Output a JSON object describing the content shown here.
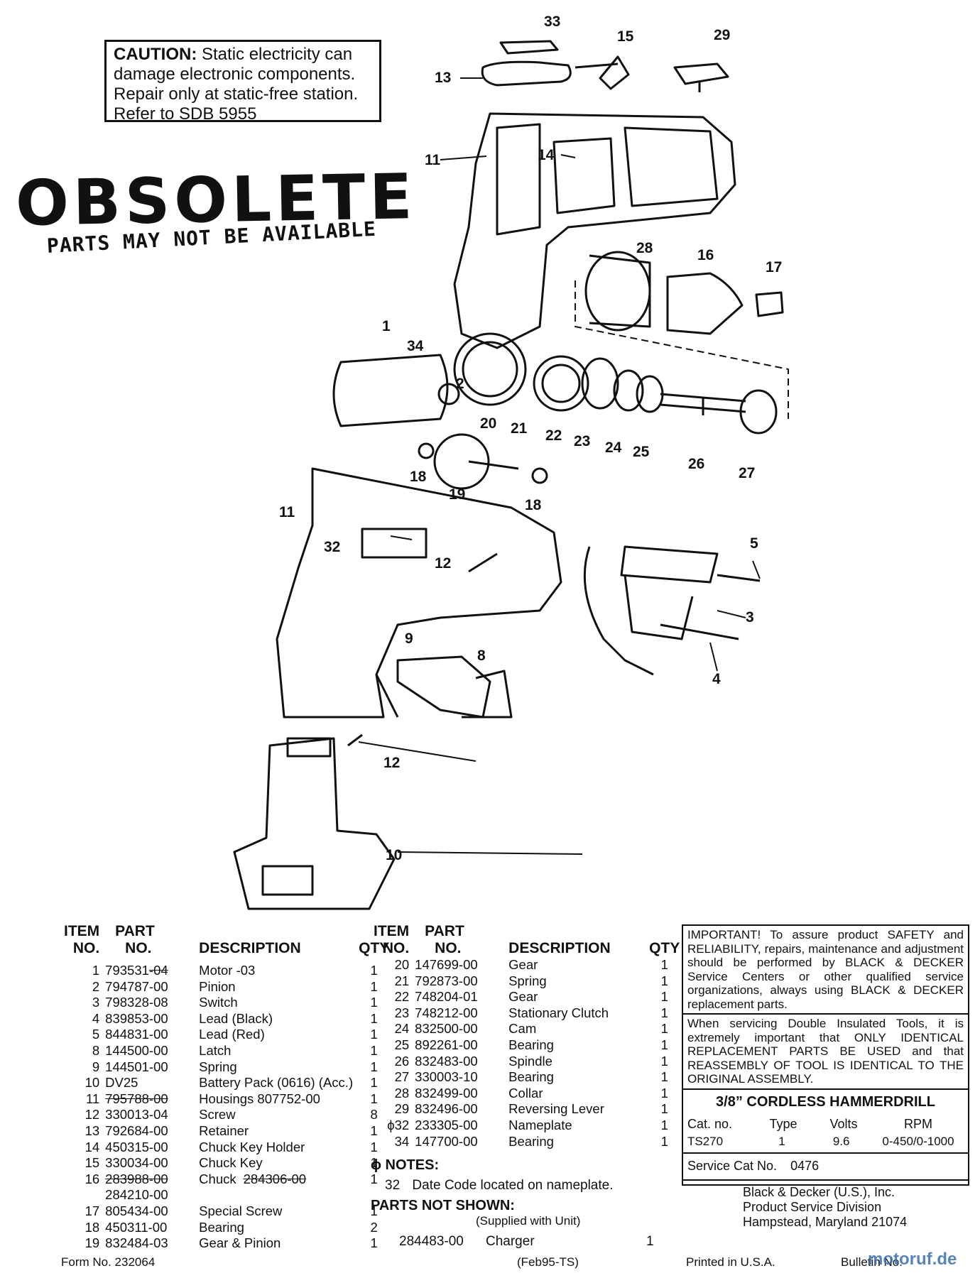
{
  "caution": {
    "label": "CAUTION:",
    "line1": "Static electricity can",
    "line2": "damage electronic components.",
    "line3": "Repair only at static-free station.",
    "line4": "Refer to SDB 5955"
  },
  "stamp": {
    "obsolete": "OBSOLETE",
    "notice": "PARTS MAY NOT BE AVAILABLE"
  },
  "callouts": [
    "33",
    "15",
    "29",
    "13",
    "11",
    "14",
    "28",
    "16",
    "17",
    "1",
    "34",
    "2",
    "20",
    "21",
    "22",
    "23",
    "24",
    "25",
    "26",
    "27",
    "18",
    "19",
    "18",
    "11",
    "32",
    "12",
    "5",
    "3",
    "9",
    "8",
    "4",
    "12",
    "10"
  ],
  "table_headers": {
    "item": "ITEM",
    "no": "NO.",
    "part": "PART",
    "part_no": "NO.",
    "description": "DESCRIPTION",
    "qty": "QTY"
  },
  "parts_left": [
    {
      "item": "1",
      "part": "793531",
      "part_suffix": "-04",
      "desc": "Motor  -03",
      "qty": "1"
    },
    {
      "item": "2",
      "part": "794787-00",
      "desc": "Pinion",
      "qty": "1"
    },
    {
      "item": "3",
      "part": "798328-08",
      "desc": "Switch",
      "qty": "1"
    },
    {
      "item": "4",
      "part": "839853-00",
      "desc": "Lead (Black)",
      "qty": "1"
    },
    {
      "item": "5",
      "part": "844831-00",
      "desc": "Lead (Red)",
      "qty": "1"
    },
    {
      "item": "8",
      "part": "144500-00",
      "desc": "Latch",
      "qty": "1"
    },
    {
      "item": "9",
      "part": "144501-00",
      "desc": "Spring",
      "qty": "1"
    },
    {
      "item": "10",
      "part": "DV25",
      "desc": "Battery Pack (0616) (Acc.)",
      "qty": "1"
    },
    {
      "item": "11",
      "part": "795788-00",
      "strike": true,
      "desc": "Housings  807752-00",
      "qty": "1"
    },
    {
      "item": "12",
      "part": "330013-04",
      "desc": "Screw",
      "qty": "8"
    },
    {
      "item": "13",
      "part": "792684-00",
      "desc": "Retainer",
      "qty": "1"
    },
    {
      "item": "14",
      "part": "450315-00",
      "desc": "Chuck Key Holder",
      "qty": "1"
    },
    {
      "item": "15",
      "part": "330034-00",
      "desc": "Chuck Key",
      "qty": "1"
    },
    {
      "item": "16",
      "part": "283988-00",
      "strike": true,
      "desc": "Chuck",
      "desc_strike": "284306-00",
      "qty": "1"
    },
    {
      "item": "",
      "part": "284210-00",
      "desc": "",
      "qty": ""
    },
    {
      "item": "17",
      "part": "805434-00",
      "desc": "Special Screw",
      "qty": "1"
    },
    {
      "item": "18",
      "part": "450311-00",
      "desc": "Bearing",
      "qty": "2"
    },
    {
      "item": "19",
      "part": "832484-03",
      "desc": "Gear & Pinion",
      "qty": "1"
    }
  ],
  "parts_right": [
    {
      "item": "20",
      "part": "147699-00",
      "desc": "Gear",
      "qty": "1"
    },
    {
      "item": "21",
      "part": "792873-00",
      "desc": "Spring",
      "qty": "1"
    },
    {
      "item": "22",
      "part": "748204-01",
      "desc": "Gear",
      "qty": "1"
    },
    {
      "item": "23",
      "part": "748212-00",
      "desc": "Stationary Clutch",
      "qty": "1"
    },
    {
      "item": "24",
      "part": "832500-00",
      "desc": "Cam",
      "qty": "1"
    },
    {
      "item": "25",
      "part": "892261-00",
      "desc": "Bearing",
      "qty": "1"
    },
    {
      "item": "26",
      "part": "832483-00",
      "desc": "Spindle",
      "qty": "1"
    },
    {
      "item": "27",
      "part": "330003-10",
      "desc": "Bearing",
      "qty": "1"
    },
    {
      "item": "28",
      "part": "832499-00",
      "desc": "Collar",
      "qty": "1"
    },
    {
      "item": "29",
      "part": "832496-00",
      "desc": "Reversing Lever",
      "qty": "1"
    },
    {
      "item": "ϕ32",
      "part": "233305-00",
      "desc": "Nameplate",
      "qty": "1"
    },
    {
      "item": "34",
      "part": "147700-00",
      "desc": "Bearing",
      "qty": "1"
    }
  ],
  "notes": {
    "heading": "ϕ NOTES:",
    "note_item": "32",
    "note_text": "Date Code located on nameplate.",
    "not_shown_heading": "PARTS NOT SHOWN:",
    "supplied": "(Supplied with Unit)",
    "charger_part": "284483-00",
    "charger_desc": "Charger",
    "charger_qty": "1"
  },
  "important": {
    "text1": "IMPORTANT! To assure product SAFETY and RELIABILITY, repairs, maintenance and adjustment should be performed by BLACK & DECKER Service Centers or other qualified service organizations, always using BLACK & DECKER replacement parts.",
    "text2": "When servicing Double Insulated Tools, it is extremely important that ONLY IDENTICAL REPLACEMENT PARTS BE USED and that REASSEMBLY OF TOOL IS IDENTICAL TO THE ORIGINAL ASSEMBLY.",
    "product_title": "3/8” CORDLESS HAMMERDRILL",
    "spec_headers": [
      "Cat. no.",
      "Type",
      "Volts",
      "RPM"
    ],
    "spec_values": [
      "TS270",
      "1",
      "9.6",
      "0-450/0-1000"
    ],
    "service_cat_label": "Service Cat No.",
    "service_cat_value": "0476",
    "company1": "Black & Decker (U.S.), Inc.",
    "company2": "Product Service Division",
    "company3": "Hampstead, Maryland 21074"
  },
  "footer": {
    "form_no": "Form No. 232064",
    "date_code": "(Feb95-TS)",
    "printed": "Printed in U.S.A.",
    "bulletin": "Bulletin No.",
    "watermark": "motoruf.de"
  }
}
